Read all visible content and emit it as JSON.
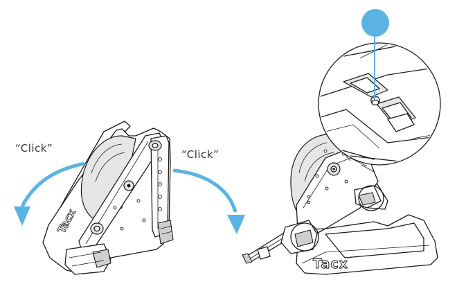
{
  "labels": {
    "click_left": "“Click”",
    "click_right": "“Click”",
    "brand_logo": "Tacx"
  },
  "colors": {
    "accent": "#5ab3e2",
    "line": "#1a1a1a",
    "shade": "#e6e6e6"
  },
  "icons": [
    "rotate-left-arrow-icon",
    "rotate-right-arrow-icon",
    "callout-marker-icon"
  ]
}
